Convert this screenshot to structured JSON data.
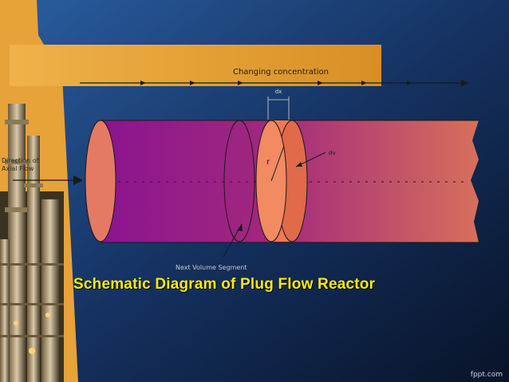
{
  "diagram": {
    "top_label": "Changing concentration",
    "dx_label": "dx",
    "r_label": "r",
    "dv_label": "dv",
    "flow_label_line1": "Direction of",
    "flow_label_line2": "Axial Flow",
    "segment_label": "Next Volume Segment"
  },
  "caption": "Schematic Diagram of Plug Flow Reactor",
  "watermark": "fppt.com",
  "colors": {
    "background": "#0d1a3a",
    "banner": "#e6a33a",
    "pipe_start": "#8a148f",
    "pipe_end": "#d6705a",
    "disc": "#f07a55",
    "caption": "#ffea00"
  }
}
